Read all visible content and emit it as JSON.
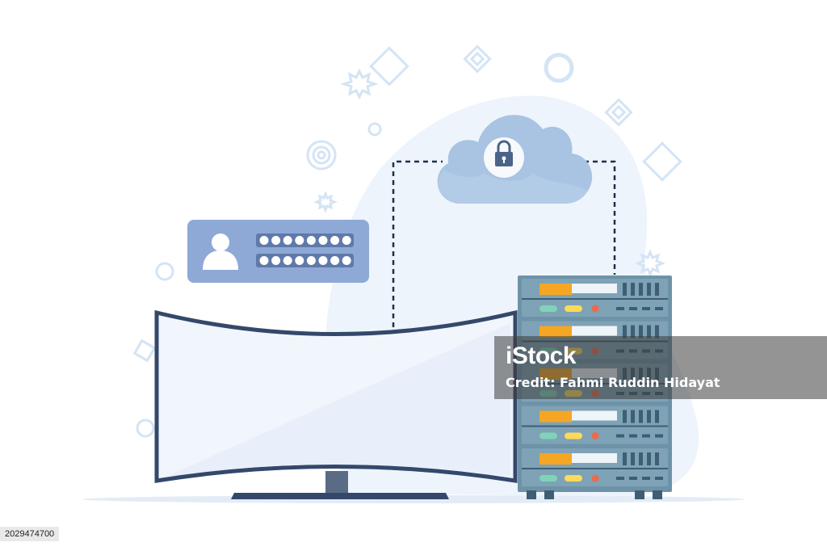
{
  "watermark": {
    "brand": "iStock",
    "credit": "Credit: Fahmi Ruddin Hidayat"
  },
  "stock_id": "2029474700",
  "colors": {
    "blob": "#edf4fb",
    "cloud": "#a9c3e2",
    "cloud_light": "#bcd3ec",
    "card": "#8fa9d6",
    "card_field": "#ffffff",
    "monitor_frame": "#34486b",
    "monitor_screen": "#f1f6fd",
    "server_body": "#6e93a8",
    "server_dark": "#3f5e74",
    "led_orange": "#f5a623",
    "led_green": "#7fd4b8",
    "led_yellow": "#ffd95a",
    "led_red": "#ef6a4a",
    "deco": "#d4e4f4"
  },
  "icons": {
    "lock": "lock-icon",
    "user": "user-icon",
    "cloud": "cloud-icon"
  },
  "login_card": {
    "password_dots": 8,
    "fields": 2
  },
  "server": {
    "units": 5
  }
}
